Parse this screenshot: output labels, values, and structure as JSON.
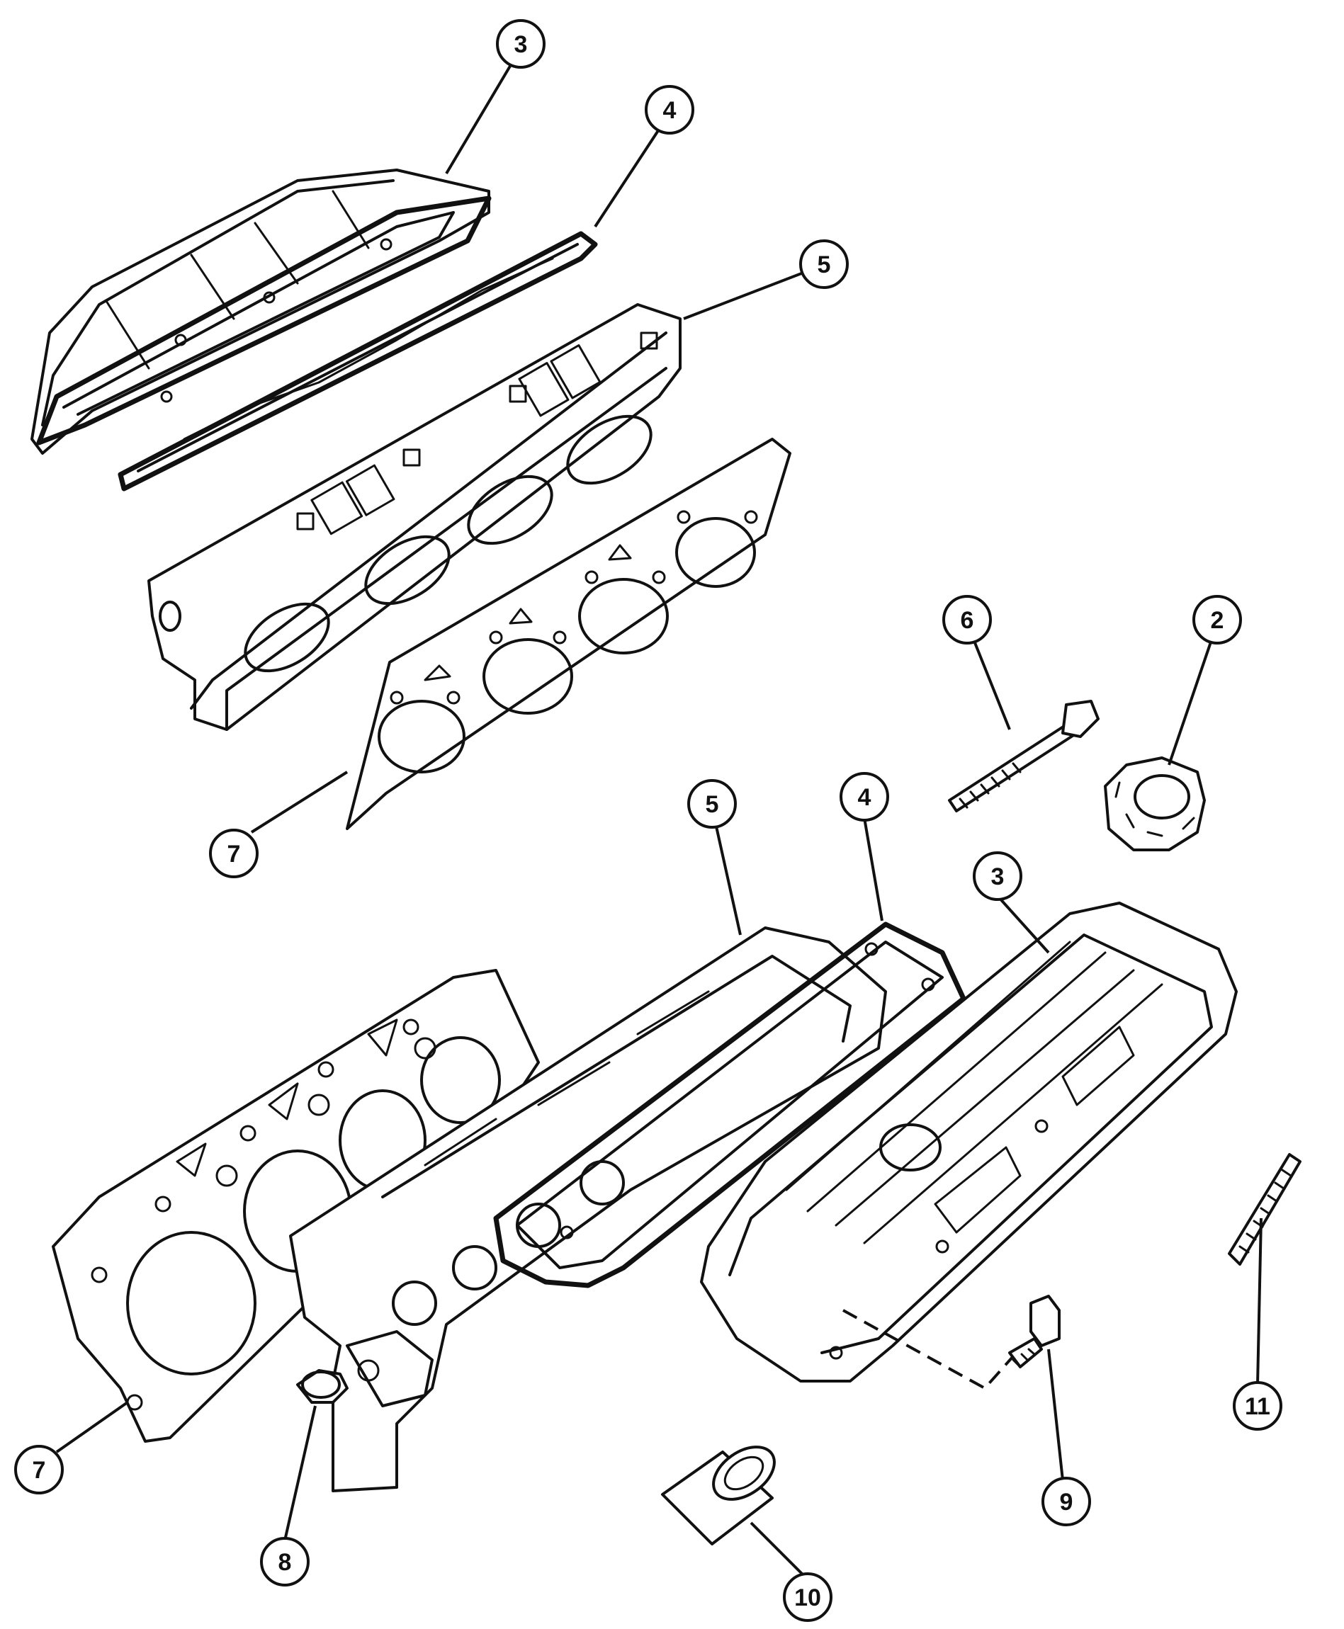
{
  "callouts": [
    {
      "id": "c3a",
      "number": "3"
    },
    {
      "id": "c4a",
      "number": "4"
    },
    {
      "id": "c5a",
      "number": "5"
    },
    {
      "id": "c6",
      "number": "6"
    },
    {
      "id": "c2",
      "number": "2"
    },
    {
      "id": "c7a",
      "number": "7"
    },
    {
      "id": "c5b",
      "number": "5"
    },
    {
      "id": "c4b",
      "number": "4"
    },
    {
      "id": "c3b",
      "number": "3"
    },
    {
      "id": "c11",
      "number": "11"
    },
    {
      "id": "c7b",
      "number": "7"
    },
    {
      "id": "c8",
      "number": "8"
    },
    {
      "id": "c9",
      "number": "9"
    },
    {
      "id": "c10",
      "number": "10"
    }
  ]
}
